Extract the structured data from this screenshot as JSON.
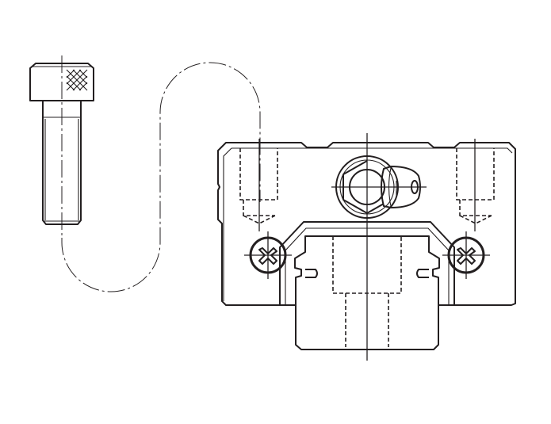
{
  "drawing": {
    "components": [
      "bolt",
      "seal-cable-path",
      "carriage-block",
      "grease-nipple",
      "fixing-screws",
      "rail"
    ],
    "colors": {
      "line": "#231f20",
      "background": "#ffffff"
    }
  }
}
